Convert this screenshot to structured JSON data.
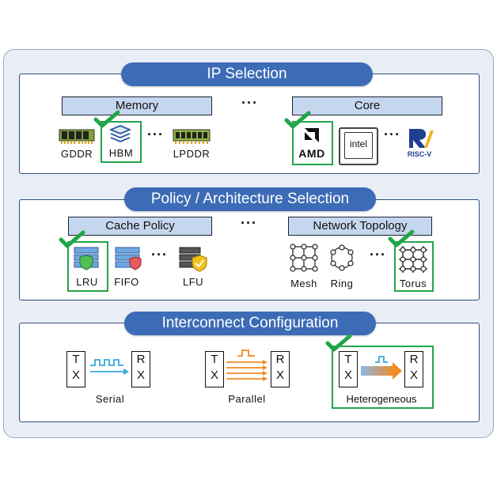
{
  "sections": {
    "ip": {
      "title": "IP Selection",
      "memory": {
        "header": "Memory",
        "items": [
          "GDDR",
          "HBM",
          "LPDDR"
        ]
      },
      "core": {
        "header": "Core",
        "logos": {
          "amd": "AMD",
          "intel": "intel",
          "riscv": "RISC-V"
        }
      },
      "ellipsis": "···"
    },
    "policy": {
      "title": "Policy / Architecture Selection",
      "cache": {
        "header": "Cache Policy",
        "items": [
          "LRU",
          "FIFO",
          "LFU"
        ]
      },
      "network": {
        "header": "Network Topology",
        "items": [
          "Mesh",
          "Ring",
          "Torus"
        ]
      },
      "ellipsis": "···"
    },
    "interconnect": {
      "title": "Interconnect Configuration",
      "tx": [
        "T",
        "X"
      ],
      "rx": [
        "R",
        "X"
      ],
      "items": [
        "Serial",
        "Parallel",
        "Heterogeneous"
      ]
    }
  },
  "colors": {
    "pill": "#3d6cb6",
    "header": "#c5d7ee",
    "selected": "#22a54a",
    "signal_blue": "#3aa6dc",
    "signal_orange": "#f08a24"
  }
}
